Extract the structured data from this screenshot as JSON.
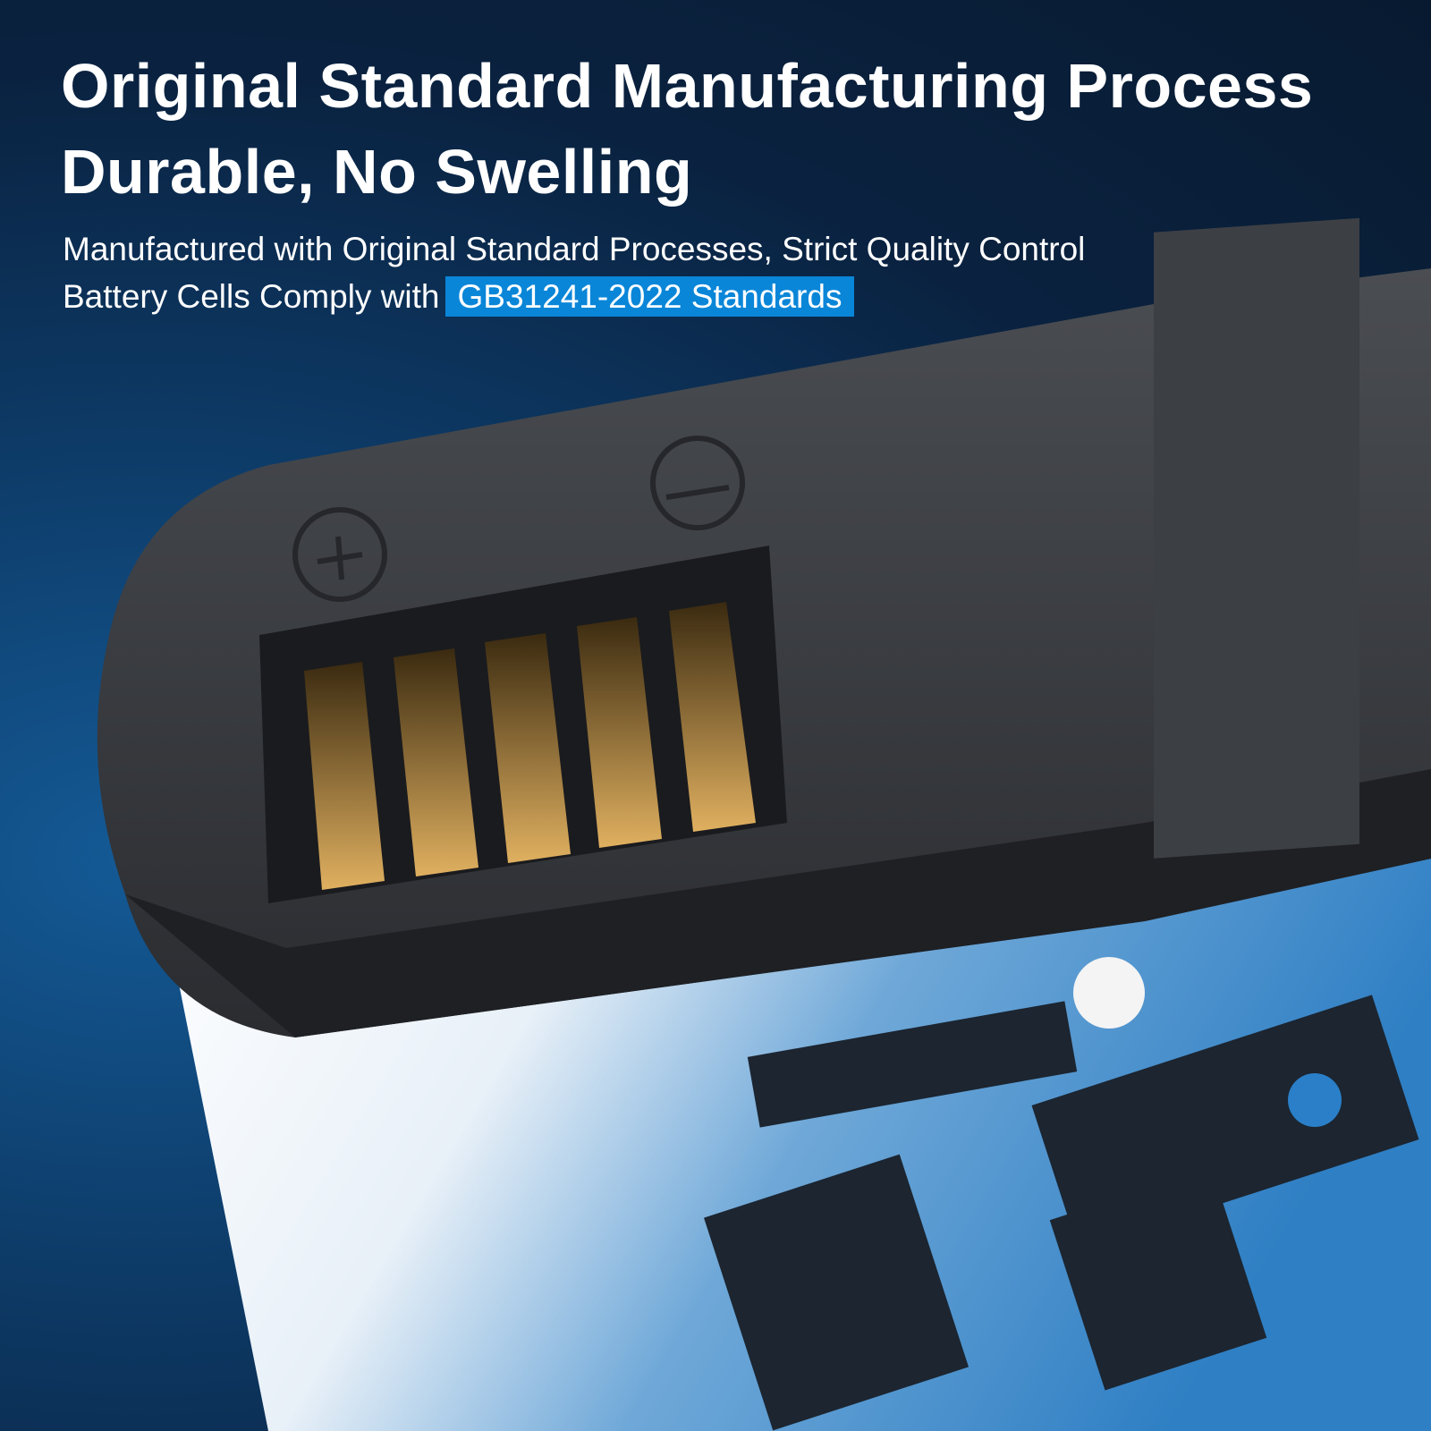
{
  "headline": {
    "line1": "Original Standard Manufacturing Process",
    "line2": "Durable, No Swelling"
  },
  "description": {
    "line1": "Manufactured with Original Standard Processes, Strict Quality Control",
    "line2_prefix": "Battery Cells Comply with",
    "line2_highlight": "GB31241-2022 Standards"
  },
  "colors": {
    "highlight": "#0a86d8",
    "background": "#0a2240"
  }
}
